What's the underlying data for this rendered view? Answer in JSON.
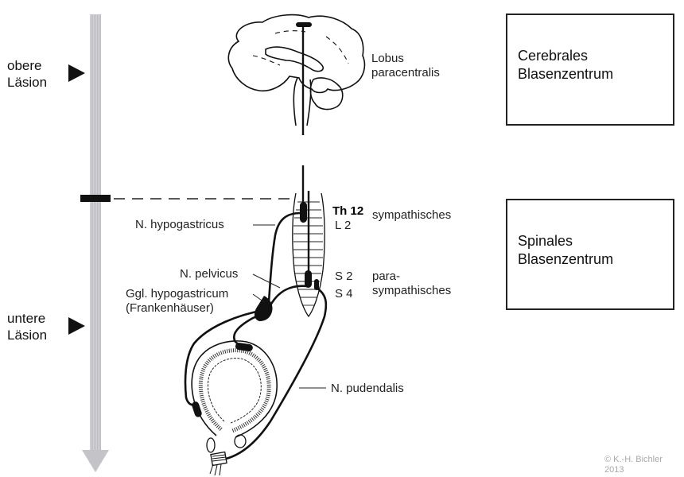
{
  "lesion_axis": {
    "upper": {
      "line1": "obere",
      "line2": "Läsion"
    },
    "lower": {
      "line1": "untere",
      "line2": "Läsion"
    }
  },
  "brain": {
    "label_line1": "Lobus",
    "label_line2": "paracentralis"
  },
  "spinal_cord": {
    "levels": {
      "th12": "Th 12",
      "l2": "L 2",
      "s2": "S 2",
      "s4": "S 4"
    },
    "sympathetic": "sympathisches",
    "parasympathetic_line1": "para-",
    "parasympathetic_line2": "sympathisches"
  },
  "nerves": {
    "hypogastricus": "N. hypogastricus",
    "pelvicus": "N. pelvicus",
    "ganglion_line1": "Ggl. hypogastricum",
    "ganglion_line2": "(Frankenhäuser)",
    "pudendalis": "N. pudendalis"
  },
  "centers": {
    "cerebral_line1": "Cerebrales",
    "cerebral_line2": "Blasenzentrum",
    "spinal_line1": "Spinales",
    "spinal_line2": "Blasenzentrum"
  },
  "copyright": {
    "line1": "© K.-H. Bichler",
    "line2": "2013"
  },
  "colors": {
    "ink": "#111111",
    "axis_gray": "#c8c8cc",
    "copyright_gray": "#a8a8a8"
  }
}
